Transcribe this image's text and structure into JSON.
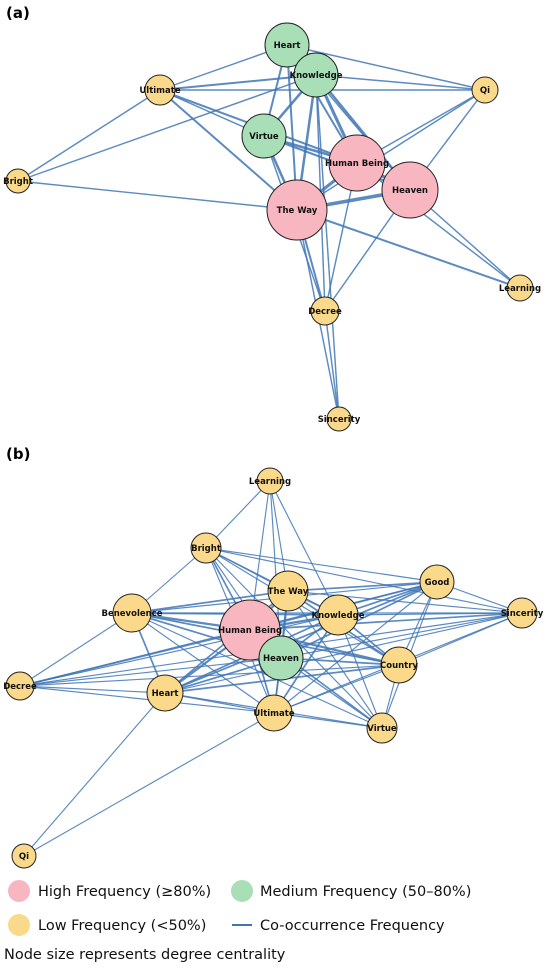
{
  "colors": {
    "high": "#f7b6c0",
    "medium": "#a9dfb6",
    "low": "#fbd98a",
    "edge": "#3f76b6",
    "node_stroke": "#222222"
  },
  "panels": [
    {
      "label": "(a)",
      "nodes": [
        {
          "id": "heart",
          "label": "Heart",
          "freq": "medium",
          "centrality": 0.55
        },
        {
          "id": "knowledge",
          "label": "Knowledge",
          "freq": "medium",
          "centrality": 0.55
        },
        {
          "id": "ultimate",
          "label": "Ultimate",
          "freq": "low",
          "centrality": 0.2
        },
        {
          "id": "qi",
          "label": "Qi",
          "freq": "low",
          "centrality": 0.1
        },
        {
          "id": "virtue",
          "label": "Virtue",
          "freq": "medium",
          "centrality": 0.55
        },
        {
          "id": "human_being",
          "label": "Human Being",
          "freq": "high",
          "centrality": 0.85
        },
        {
          "id": "heaven",
          "label": "Heaven",
          "freq": "high",
          "centrality": 0.85
        },
        {
          "id": "the_way",
          "label": "The Way",
          "freq": "high",
          "centrality": 0.95
        },
        {
          "id": "bright",
          "label": "Bright",
          "freq": "low",
          "centrality": 0.05
        },
        {
          "id": "learning",
          "label": "Learning",
          "freq": "low",
          "centrality": 0.1
        },
        {
          "id": "decree",
          "label": "Decree",
          "freq": "low",
          "centrality": 0.15
        },
        {
          "id": "sincerity",
          "label": "Sincerity",
          "freq": "low",
          "centrality": 0.05
        }
      ],
      "edges": [
        [
          "heart",
          "knowledge",
          3
        ],
        [
          "heart",
          "virtue",
          2
        ],
        [
          "heart",
          "human_being",
          2
        ],
        [
          "heart",
          "the_way",
          2
        ],
        [
          "heart",
          "ultimate",
          1
        ],
        [
          "heart",
          "heaven",
          1
        ],
        [
          "knowledge",
          "virtue",
          3
        ],
        [
          "knowledge",
          "human_being",
          4
        ],
        [
          "knowledge",
          "heaven",
          3
        ],
        [
          "knowledge",
          "the_way",
          3
        ],
        [
          "knowledge",
          "ultimate",
          2
        ],
        [
          "knowledge",
          "qi",
          1
        ],
        [
          "knowledge",
          "bright",
          1
        ],
        [
          "ultimate",
          "the_way",
          2
        ],
        [
          "ultimate",
          "human_being",
          2
        ],
        [
          "ultimate",
          "virtue",
          1
        ],
        [
          "ultimate",
          "qi",
          1
        ],
        [
          "ultimate",
          "bright",
          1
        ],
        [
          "qi",
          "human_being",
          1
        ],
        [
          "qi",
          "heaven",
          1
        ],
        [
          "qi",
          "the_way",
          1
        ],
        [
          "qi",
          "heart",
          1
        ],
        [
          "virtue",
          "human_being",
          3
        ],
        [
          "virtue",
          "the_way",
          3
        ],
        [
          "virtue",
          "heaven",
          2
        ],
        [
          "virtue",
          "decree",
          1
        ],
        [
          "human_being",
          "heaven",
          4
        ],
        [
          "human_being",
          "the_way",
          4
        ],
        [
          "human_being",
          "learning",
          1
        ],
        [
          "human_being",
          "decree",
          1
        ],
        [
          "heaven",
          "the_way",
          5
        ],
        [
          "heaven",
          "decree",
          1
        ],
        [
          "heaven",
          "learning",
          1
        ],
        [
          "the_way",
          "bright",
          1
        ],
        [
          "the_way",
          "learning",
          2
        ],
        [
          "the_way",
          "decree",
          2
        ],
        [
          "the_way",
          "sincerity",
          1
        ],
        [
          "decree",
          "sincerity",
          1
        ],
        [
          "knowledge",
          "sincerity",
          1
        ],
        [
          "knowledge",
          "decree",
          1
        ]
      ]
    },
    {
      "label": "(b)",
      "nodes": [
        {
          "id": "learning",
          "label": "Learning",
          "freq": "low",
          "centrality": 0.1
        },
        {
          "id": "bright",
          "label": "Bright",
          "freq": "low",
          "centrality": 0.2
        },
        {
          "id": "the_way",
          "label": "The Way",
          "freq": "low",
          "centrality": 0.45
        },
        {
          "id": "good",
          "label": "Good",
          "freq": "low",
          "centrality": 0.3
        },
        {
          "id": "benevolence",
          "label": "Benevolence",
          "freq": "low",
          "centrality": 0.4
        },
        {
          "id": "human_being",
          "label": "Human Being",
          "freq": "high",
          "centrality": 0.95
        },
        {
          "id": "knowledge",
          "label": "Knowledge",
          "freq": "low",
          "centrality": 0.45
        },
        {
          "id": "sincerity",
          "label": "Sincerity",
          "freq": "low",
          "centrality": 0.2
        },
        {
          "id": "heaven",
          "label": "Heaven",
          "freq": "medium",
          "centrality": 0.55
        },
        {
          "id": "country",
          "label": "Country",
          "freq": "low",
          "centrality": 0.35
        },
        {
          "id": "decree",
          "label": "Decree",
          "freq": "low",
          "centrality": 0.15
        },
        {
          "id": "heart",
          "label": "Heart",
          "freq": "low",
          "centrality": 0.35
        },
        {
          "id": "ultimate",
          "label": "Ultimate",
          "freq": "low",
          "centrality": 0.35
        },
        {
          "id": "virtue",
          "label": "Virtue",
          "freq": "low",
          "centrality": 0.2
        },
        {
          "id": "qi",
          "label": "Qi",
          "freq": "low",
          "centrality": 0.05
        }
      ],
      "edges": [
        [
          "learning",
          "bright",
          1
        ],
        [
          "learning",
          "human_being",
          1
        ],
        [
          "learning",
          "knowledge",
          1
        ],
        [
          "learning",
          "the_way",
          1
        ],
        [
          "learning",
          "heaven",
          1
        ],
        [
          "bright",
          "the_way",
          1
        ],
        [
          "bright",
          "human_being",
          2
        ],
        [
          "bright",
          "good",
          1
        ],
        [
          "bright",
          "sincerity",
          1
        ],
        [
          "bright",
          "benevolence",
          1
        ],
        [
          "bright",
          "knowledge",
          1
        ],
        [
          "bright",
          "heaven",
          1
        ],
        [
          "bright",
          "country",
          1
        ],
        [
          "bright",
          "ultimate",
          1
        ],
        [
          "bright",
          "virtue",
          1
        ],
        [
          "the_way",
          "human_being",
          3
        ],
        [
          "the_way",
          "heaven",
          3
        ],
        [
          "the_way",
          "knowledge",
          2
        ],
        [
          "the_way",
          "good",
          2
        ],
        [
          "the_way",
          "benevolence",
          2
        ],
        [
          "the_way",
          "heart",
          2
        ],
        [
          "the_way",
          "country",
          2
        ],
        [
          "the_way",
          "ultimate",
          1
        ],
        [
          "the_way",
          "sincerity",
          1
        ],
        [
          "the_way",
          "virtue",
          1
        ],
        [
          "good",
          "human_being",
          2
        ],
        [
          "good",
          "heaven",
          2
        ],
        [
          "good",
          "knowledge",
          2
        ],
        [
          "good",
          "benevolence",
          1
        ],
        [
          "good",
          "heart",
          2
        ],
        [
          "good",
          "country",
          1
        ],
        [
          "good",
          "sincerity",
          1
        ],
        [
          "good",
          "ultimate",
          1
        ],
        [
          "good",
          "decree",
          1
        ],
        [
          "good",
          "virtue",
          1
        ],
        [
          "benevolence",
          "human_being",
          3
        ],
        [
          "benevolence",
          "heaven",
          2
        ],
        [
          "benevolence",
          "knowledge",
          2
        ],
        [
          "benevolence",
          "heart",
          2
        ],
        [
          "benevolence",
          "country",
          2
        ],
        [
          "benevolence",
          "ultimate",
          1
        ],
        [
          "benevolence",
          "sincerity",
          1
        ],
        [
          "benevolence",
          "decree",
          1
        ],
        [
          "benevolence",
          "virtue",
          1
        ],
        [
          "human_being",
          "heaven",
          4
        ],
        [
          "human_being",
          "knowledge",
          3
        ],
        [
          "human_being",
          "sincerity",
          2
        ],
        [
          "human_being",
          "country",
          3
        ],
        [
          "human_being",
          "decree",
          2
        ],
        [
          "human_being",
          "heart",
          3
        ],
        [
          "human_being",
          "ultimate",
          2
        ],
        [
          "human_being",
          "virtue",
          2
        ],
        [
          "knowledge",
          "heaven",
          2
        ],
        [
          "knowledge",
          "sincerity",
          1
        ],
        [
          "knowledge",
          "country",
          2
        ],
        [
          "knowledge",
          "heart",
          2
        ],
        [
          "knowledge",
          "ultimate",
          2
        ],
        [
          "knowledge",
          "virtue",
          1
        ],
        [
          "knowledge",
          "decree",
          1
        ],
        [
          "sincerity",
          "heaven",
          1
        ],
        [
          "sincerity",
          "country",
          1
        ],
        [
          "sincerity",
          "heart",
          1
        ],
        [
          "sincerity",
          "ultimate",
          1
        ],
        [
          "sincerity",
          "decree",
          1
        ],
        [
          "heaven",
          "country",
          2
        ],
        [
          "heaven",
          "heart",
          2
        ],
        [
          "heaven",
          "ultimate",
          2
        ],
        [
          "heaven",
          "virtue",
          1
        ],
        [
          "heaven",
          "decree",
          1
        ],
        [
          "country",
          "heart",
          2
        ],
        [
          "country",
          "ultimate",
          1
        ],
        [
          "country",
          "decree",
          1
        ],
        [
          "country",
          "virtue",
          1
        ],
        [
          "decree",
          "heart",
          1
        ],
        [
          "decree",
          "ultimate",
          1
        ],
        [
          "heart",
          "ultimate",
          1
        ],
        [
          "heart",
          "virtue",
          1
        ],
        [
          "heart",
          "qi",
          1
        ],
        [
          "ultimate",
          "virtue",
          1
        ],
        [
          "ultimate",
          "qi",
          1
        ]
      ]
    }
  ],
  "legend": {
    "high": "High Frequency (≥80%)",
    "medium": "Medium Frequency (50–80%)",
    "low": "Low Frequency (<50%)",
    "edge": "Co-occurrence Frequency",
    "note": "Node size represents degree centrality"
  }
}
